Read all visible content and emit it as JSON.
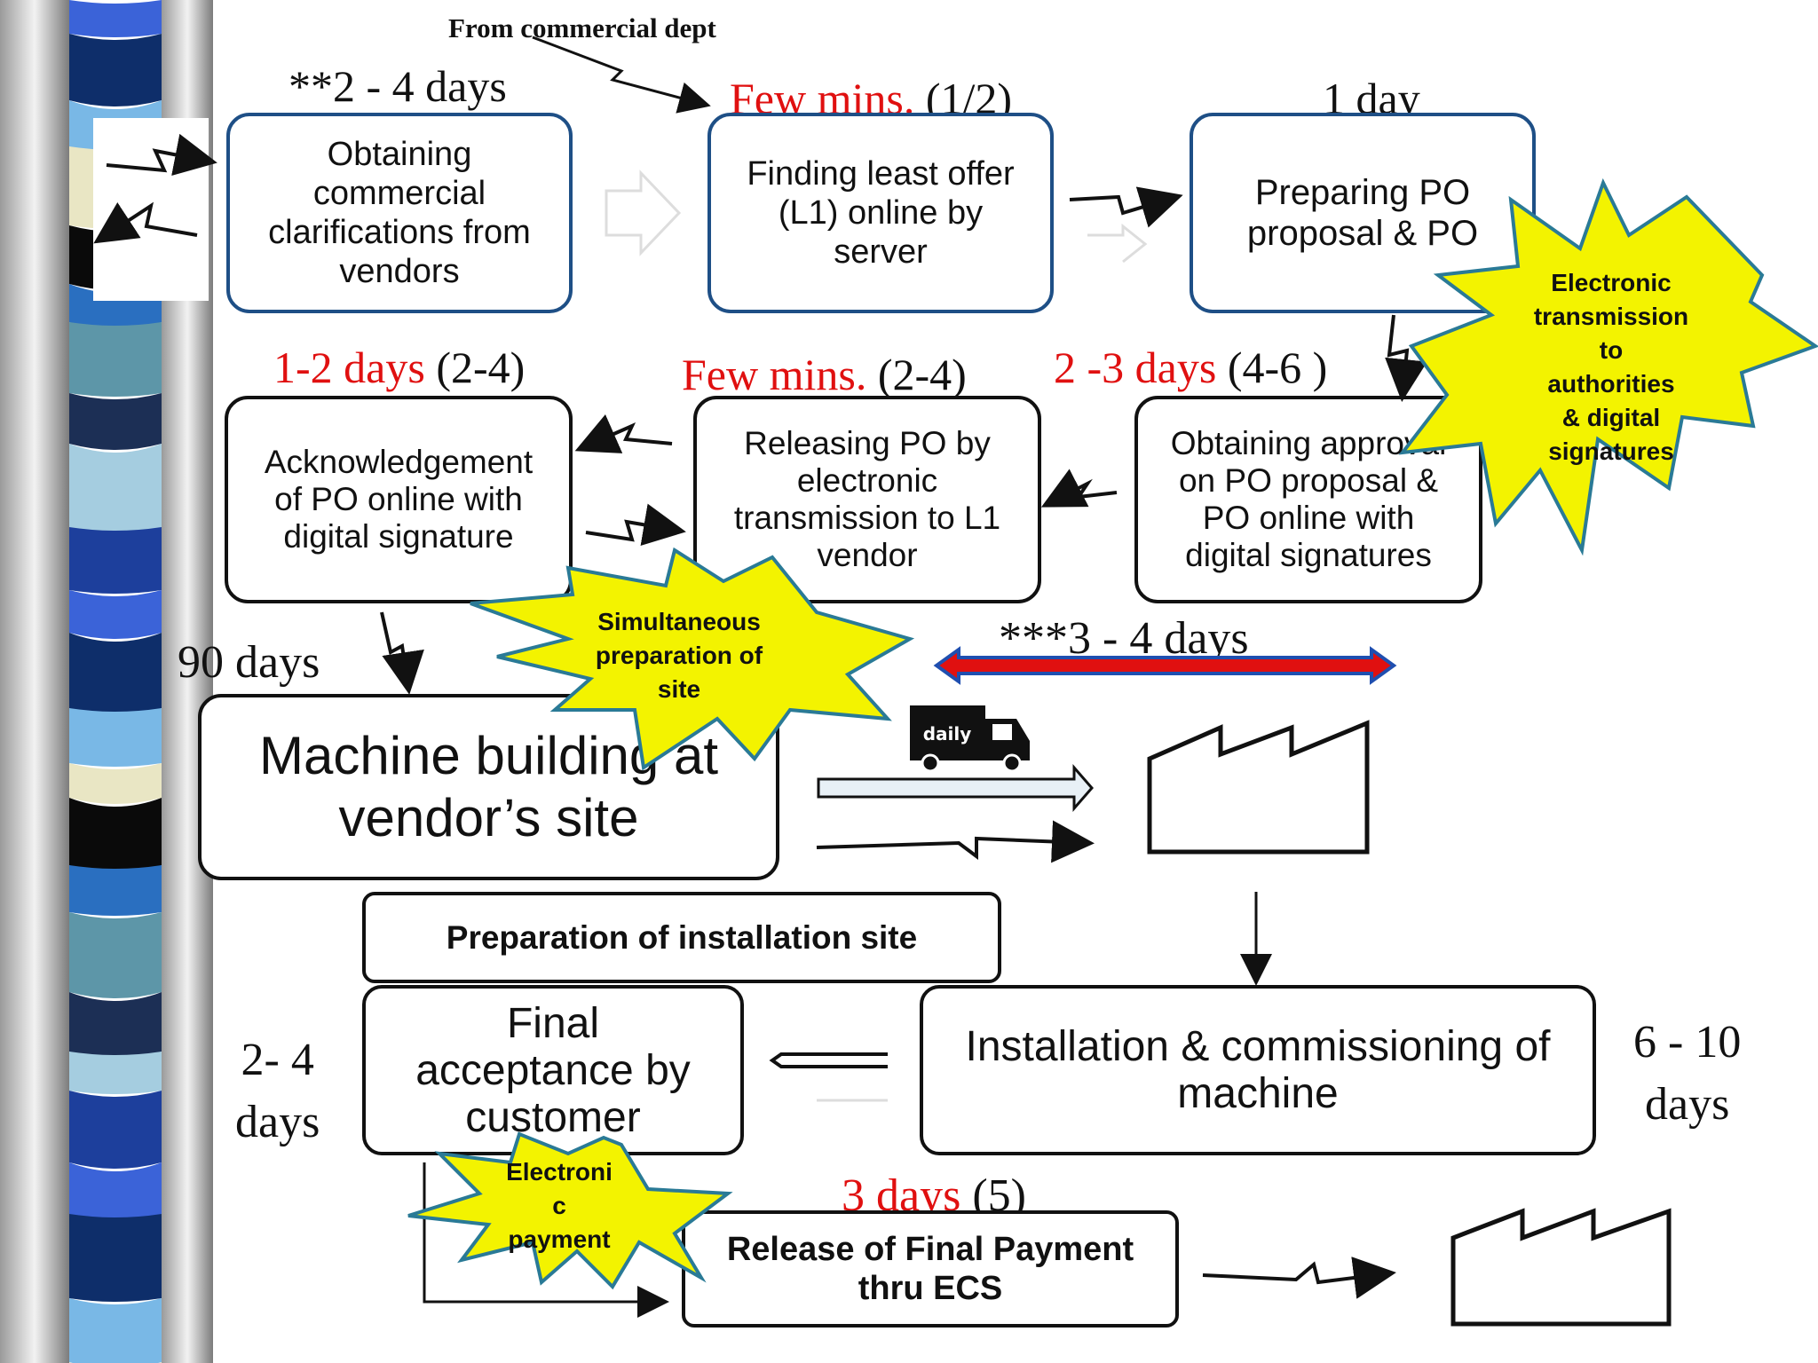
{
  "colors": {
    "accent_red": "#e01010",
    "burst_yellow": "#f3f300",
    "burst_outline": "#2a7a96",
    "box_border_blue": "#1e4f86",
    "timeline_red": "#e01010",
    "timeline_blue": "#1f4fb0"
  },
  "top_note": "From commercial dept",
  "steps": {
    "commercial_clarifications": {
      "text": "Obtaining\ncommercial\nclarifications from\nvendors",
      "duration": "**2 - 4 days"
    },
    "find_l1": {
      "text": "Finding least offer\n(L1) online by\nserver",
      "duration_red": "Few mins.",
      "duration_rest": " (1/2)"
    },
    "prepare_po": {
      "text": "Preparing PO\nproposal & PO",
      "duration": "1 day"
    },
    "acknowledgement": {
      "text": "Acknowledgement\nof PO online with\ndigital signature",
      "duration_red": "1-2 days",
      "duration_rest": " (2-4)"
    },
    "release_po": {
      "text": "Releasing PO by\nelectronic\ntransmission to L1\nvendor",
      "duration_red": "Few mins.",
      "duration_rest": " (2-4)"
    },
    "approval": {
      "text": "Obtaining approval\non PO proposal &\nPO online with\ndigital signatures",
      "duration_red": "2 -3 days",
      "duration_rest": " (4-6 )"
    },
    "machine_building": {
      "text": "Machine building at\nvendor’s site",
      "duration": "90 days"
    },
    "transport": {
      "duration": "***3 - 4 days",
      "truck_label": "daily"
    },
    "installation_site": {
      "text": "Preparation of installation site"
    },
    "final_acceptance": {
      "text": "Final\nacceptance by\ncustomer",
      "duration": "2- 4\ndays"
    },
    "installation": {
      "text": "Installation & commissioning of\nmachine",
      "duration": "6 - 10\ndays"
    },
    "final_payment": {
      "text": "Release of Final Payment\nthru ECS",
      "duration_red": "3 days",
      "duration_rest": " (5)"
    }
  },
  "bursts": {
    "electronic_transmission": "Electronic\ntransmission\nto\nauthorities\n& digital\nsignatures",
    "simultaneous": "Simultaneous\npreparation of\nsite",
    "electronic_payment": "Electroni\nc\npayment"
  },
  "icons": [
    "lightning-arrow-icon",
    "hollow-arrow-icon",
    "truck-icon",
    "factory-icon",
    "timeline-double-arrow-icon"
  ]
}
